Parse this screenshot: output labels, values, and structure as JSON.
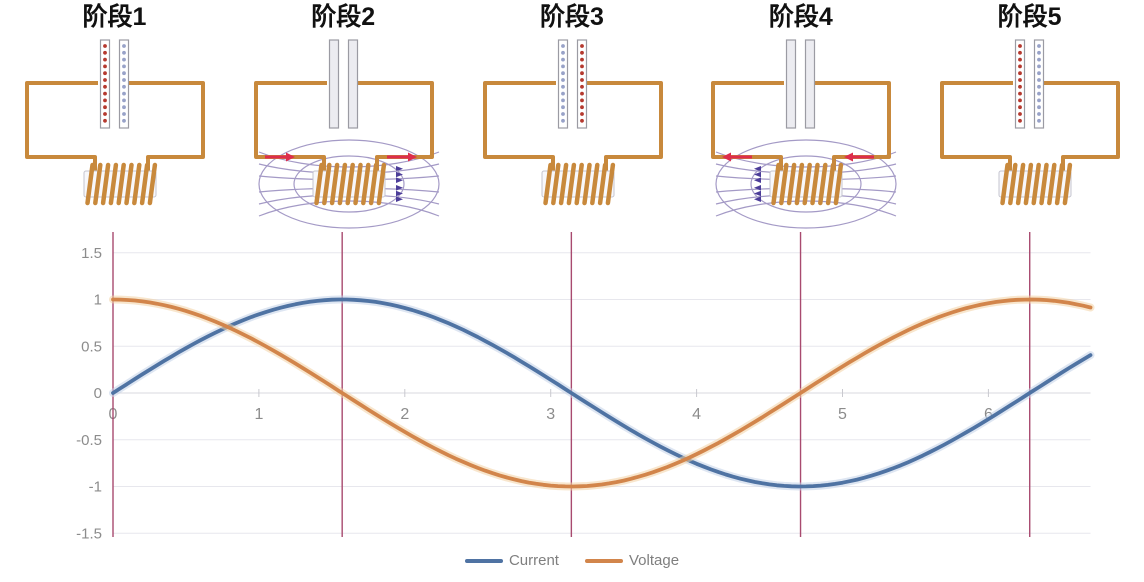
{
  "stages": [
    {
      "label": "阶段1",
      "capacitor": "charged-left-plate-positive",
      "current_arrows": "none",
      "magnetic_field": false
    },
    {
      "label": "阶段2",
      "capacitor": "uncharged",
      "current_arrows": "right",
      "magnetic_field": true
    },
    {
      "label": "阶段3",
      "capacitor": "charged-right-plate-positive",
      "current_arrows": "none",
      "magnetic_field": false
    },
    {
      "label": "阶段4",
      "capacitor": "uncharged",
      "current_arrows": "left",
      "magnetic_field": true
    },
    {
      "label": "阶段5",
      "capacitor": "charged-left-plate-positive",
      "current_arrows": "none",
      "magnetic_field": false
    }
  ],
  "chart_data": {
    "type": "line",
    "title": "",
    "xlabel": "",
    "ylabel": "",
    "xlim": [
      0,
      6.7
    ],
    "ylim": [
      -1.5,
      1.5
    ],
    "grid": true,
    "legend_position": "bottom-center",
    "x_ticks": {
      "values": [
        0,
        1,
        2,
        3,
        4,
        5,
        6
      ],
      "labels": [
        "0",
        "1",
        "2",
        "3",
        "4",
        "5",
        "6"
      ]
    },
    "y_ticks": {
      "values": [
        1.5,
        1,
        0.5,
        0,
        -0.5,
        -1,
        -1.5
      ],
      "labels": [
        "1.5",
        "1",
        "0.5",
        "0",
        "-0.5",
        "-1",
        "-1.5"
      ]
    },
    "sampling": {
      "x_start": 0,
      "x_end": 6.7,
      "x_step": 0.05
    },
    "series": [
      {
        "name": "Current",
        "waveform": "sin",
        "amplitude": 1,
        "color": "#4f73a3",
        "halo": "#c3d2e8"
      },
      {
        "name": "Voltage",
        "waveform": "cos",
        "amplitude": 1,
        "color": "#d2854b",
        "halo": "#f3d2a4"
      }
    ],
    "key_points": {
      "Current": [
        [
          0,
          0
        ],
        [
          1.5708,
          1
        ],
        [
          3.1416,
          0
        ],
        [
          4.7124,
          -1
        ],
        [
          6.2832,
          0
        ],
        [
          6.7,
          0.41
        ]
      ],
      "Voltage": [
        [
          0,
          1
        ],
        [
          1.5708,
          0
        ],
        [
          3.1416,
          -1
        ],
        [
          4.7124,
          0
        ],
        [
          6.2832,
          1
        ],
        [
          6.7,
          0.91
        ]
      ]
    },
    "stage_marker_x": [
      0,
      1.5708,
      3.1416,
      4.7124,
      6.2832
    ],
    "stage_marker_color": "#a84a6f"
  },
  "colors": {
    "background": "#ffffff",
    "wire": "#c8893c",
    "coil_core_fill": "#f8f8fb",
    "coil_core_stroke": "#c4c4cf",
    "plate_fill_charged": "#ffffff",
    "plate_fill_uncharged": "#ececf1",
    "plate_stroke": "#9b9ba3",
    "positive_dot": "#b5392f",
    "negative_dot": "#98a2c8",
    "field_line": "#a49ac6",
    "field_arrow": "#4c3d99",
    "current_arrow": "#dd2d4d",
    "grid_line": "#e7e7ed",
    "zero_line": "#d8d8df",
    "tick_mark": "#c9c9cf",
    "axis_text": "#8c8c8c"
  }
}
